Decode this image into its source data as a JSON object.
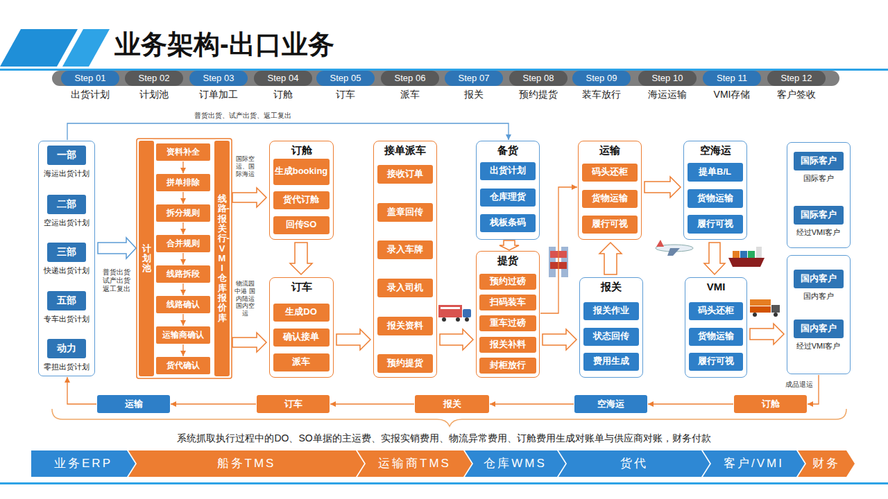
{
  "diagram": {
    "title": "业务架构-出口业务",
    "nodes": [
      {
        "text": [
          "Step 01",
          "出货计划"
        ]
      },
      {
        "text": [
          "Step 02",
          "计划池"
        ]
      },
      {
        "text": [
          "Step 03",
          "订单加工"
        ]
      },
      {
        "text": [
          "Step 04",
          "订舱"
        ]
      },
      {
        "text": [
          "Step 05",
          "订车"
        ]
      },
      {
        "text": [
          "Step 06",
          "派车"
        ]
      },
      {
        "text": [
          "Step 07",
          "报关"
        ]
      },
      {
        "text": [
          "Step 08",
          "预约提货"
        ]
      },
      {
        "text": [
          "Step 09",
          "装车放行"
        ]
      },
      {
        "text": [
          "Step 10",
          "海运运输"
        ]
      },
      {
        "text": [
          "Step 11",
          "VMI存储"
        ]
      },
      {
        "text": [
          "Step 12",
          "客户签收"
        ]
      },
      {
        "text": []
      },
      {
        "text": [
          "一部",
          "海运出货计划"
        ],
        "in": 12
      },
      {
        "text": [
          "二部",
          "空运出货计划"
        ],
        "in": 12
      },
      {
        "text": [
          "三部",
          "快递出货计划"
        ],
        "in": 12
      },
      {
        "text": [
          "五部",
          "专车出货计划"
        ],
        "in": 12
      },
      {
        "text": [
          "动力",
          "零担出货计划"
        ],
        "in": 12
      },
      {
        "text": [
          "计划池"
        ]
      },
      {
        "text": [
          "资料补全"
        ]
      },
      {
        "text": [
          "拼单排除"
        ]
      },
      {
        "text": [
          "拆分规则"
        ]
      },
      {
        "text": [
          "合并规则"
        ]
      },
      {
        "text": [
          "线路拆段"
        ]
      },
      {
        "text": [
          "线路确认"
        ]
      },
      {
        "text": [
          "运输商确认"
        ]
      },
      {
        "text": [
          "货代确认"
        ]
      },
      {
        "text": [
          "线路-报关行-VMI仓库报价库"
        ]
      },
      {
        "text": [
          "订舱"
        ]
      },
      {
        "text": [
          "生成booking"
        ],
        "in": 28
      },
      {
        "text": [
          "货代订舱"
        ],
        "in": 28
      },
      {
        "text": [
          "回传SO"
        ],
        "in": 28
      },
      {
        "text": [
          "订车"
        ]
      },
      {
        "text": [
          "生成DO"
        ],
        "in": 32
      },
      {
        "text": [
          "确认接单"
        ],
        "in": 32
      },
      {
        "text": [
          "派车"
        ],
        "in": 32
      },
      {
        "text": [
          "接单派车"
        ]
      },
      {
        "text": [
          "接收订单"
        ],
        "in": 36
      },
      {
        "text": [
          "盖章回传"
        ],
        "in": 36
      },
      {
        "text": [
          "录入车牌"
        ],
        "in": 36
      },
      {
        "text": [
          "录入司机"
        ],
        "in": 36
      },
      {
        "text": [
          "报关资料"
        ],
        "in": 36
      },
      {
        "text": [
          "预约提货"
        ],
        "in": 36
      },
      {
        "text": [
          "备货"
        ]
      },
      {
        "text": [
          "出货计划"
        ],
        "in": 43
      },
      {
        "text": [
          "仓库理货"
        ],
        "in": 43
      },
      {
        "text": [
          "栈板条码"
        ],
        "in": 43
      },
      {
        "text": [
          "提货"
        ]
      },
      {
        "text": [
          "预约过磅"
        ],
        "in": 47
      },
      {
        "text": [
          "扫码装车"
        ],
        "in": 47
      },
      {
        "text": [
          "重车过磅"
        ],
        "in": 47
      },
      {
        "text": [
          "报关补料"
        ],
        "in": 47
      },
      {
        "text": [
          "封柜放行"
        ],
        "in": 47
      },
      {
        "text": [
          "运输"
        ]
      },
      {
        "text": [
          "码头还柜"
        ],
        "in": 53
      },
      {
        "text": [
          "货物运输"
        ],
        "in": 53
      },
      {
        "text": [
          "履行可视"
        ],
        "in": 53
      },
      {
        "text": [
          "报关"
        ]
      },
      {
        "text": [
          "报关作业"
        ],
        "in": 57
      },
      {
        "text": [
          "状态回传"
        ],
        "in": 57
      },
      {
        "text": [
          "费用生成"
        ],
        "in": 57
      },
      {
        "text": [
          "空海运"
        ]
      },
      {
        "text": [
          "提单B/L"
        ],
        "in": 61
      },
      {
        "text": [
          "货物运输"
        ],
        "in": 61
      },
      {
        "text": [
          "履行可视"
        ],
        "in": 61
      },
      {
        "text": [
          "VMI"
        ]
      },
      {
        "text": [
          "码头还柜"
        ],
        "in": 65
      },
      {
        "text": [
          "货物运输"
        ],
        "in": 65
      },
      {
        "text": [
          "履行可视"
        ],
        "in": 65
      },
      {
        "text": []
      },
      {
        "text": [
          "国际客户",
          "国际客户"
        ],
        "in": 69
      },
      {
        "text": [
          "国际客户",
          "经过VMI客户"
        ],
        "in": 69
      },
      {
        "text": []
      },
      {
        "text": [
          "国内客户",
          "国内客户"
        ],
        "in": 72
      },
      {
        "text": [
          "国内客户",
          "经过VMI客户"
        ],
        "in": 72
      },
      {
        "text": [
          "运输"
        ]
      },
      {
        "text": [
          "订车"
        ]
      },
      {
        "text": [
          "报关"
        ]
      },
      {
        "text": [
          "空海运"
        ]
      },
      {
        "text": [
          "订舱"
        ]
      },
      {
        "text": [
          "业务ERP"
        ]
      },
      {
        "text": [
          "船务TMS"
        ]
      },
      {
        "text": [
          "运输商TMS"
        ]
      },
      {
        "text": [
          "仓库WMS"
        ]
      },
      {
        "text": [
          "货代"
        ]
      },
      {
        "text": [
          "客户/VMI"
        ]
      },
      {
        "text": [
          "财务"
        ]
      }
    ],
    "edges": [
      {
        "from": 12,
        "to": 43,
        "arrow": "to",
        "label": "普货出货、试产出货、返工复出"
      },
      {
        "from": 12,
        "to": 18,
        "arrow": "to",
        "label": "普货出货 试产出货 返工复出"
      },
      {
        "from": 19,
        "to": 20,
        "arrow": "to"
      },
      {
        "from": 20,
        "to": 21,
        "arrow": "to"
      },
      {
        "from": 21,
        "to": 22,
        "arrow": "to"
      },
      {
        "from": 22,
        "to": 23,
        "arrow": "to"
      },
      {
        "from": 23,
        "to": 24,
        "arrow": "to"
      },
      {
        "from": 24,
        "to": 25,
        "arrow": "to"
      },
      {
        "from": 25,
        "to": 26,
        "arrow": "to"
      },
      {
        "from": 27,
        "to": 28,
        "arrow": "to",
        "label": "国际空运、国际海运"
      },
      {
        "from": 27,
        "to": 32,
        "arrow": "to",
        "label": "物流园中港 国内陆运 国内空运"
      },
      {
        "from": 28,
        "to": 32,
        "arrow": "to"
      },
      {
        "from": 32,
        "to": 36,
        "arrow": "to"
      },
      {
        "from": 36,
        "to": 47,
        "arrow": "to"
      },
      {
        "from": 43,
        "to": 47,
        "arrow": "to"
      },
      {
        "from": 47,
        "to": 57,
        "arrow": "to"
      },
      {
        "from": 47,
        "to": 53,
        "arrow": "to"
      },
      {
        "from": 57,
        "to": 53,
        "arrow": "to"
      },
      {
        "from": 53,
        "to": 61,
        "arrow": "to"
      },
      {
        "from": 61,
        "to": 65,
        "arrow": "to"
      },
      {
        "from": 65,
        "to": 72,
        "arrow": "to"
      },
      {
        "from": 72,
        "to": 79,
        "arrow": "to",
        "label": "成品退运"
      },
      {
        "from": 79,
        "to": 78,
        "arrow": "to"
      },
      {
        "from": 78,
        "to": 77,
        "arrow": "to"
      },
      {
        "from": 77,
        "to": 76,
        "arrow": "to"
      },
      {
        "from": 76,
        "to": 75,
        "arrow": "to"
      },
      {
        "from": 75,
        "to": 12,
        "arrow": "to"
      }
    ],
    "labels": [
      "系统抓取执行过程中的DO、SO单据的主运费、实报实销费用、物流异常费用、订舱费用生成对账单与供应商对账，财务付款"
    ]
  }
}
